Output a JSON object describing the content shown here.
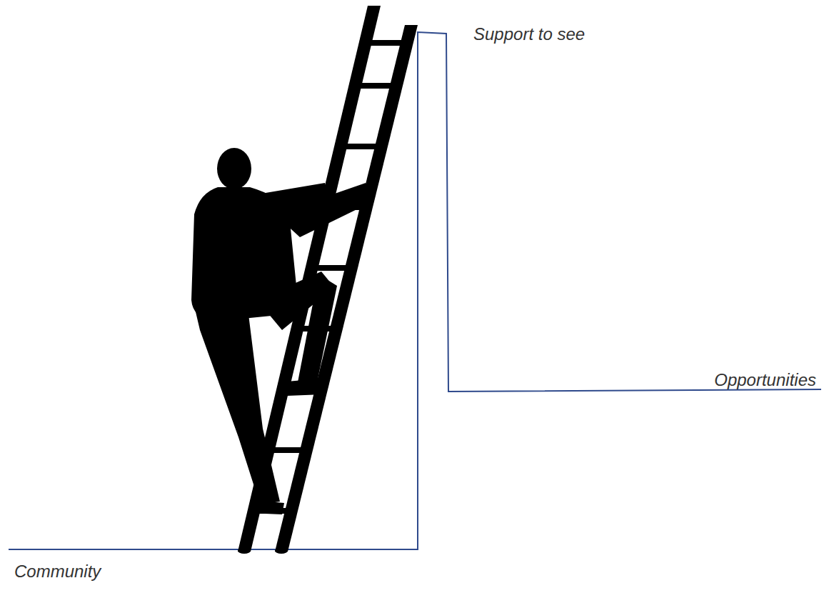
{
  "diagram": {
    "labels": [
      "Support to see",
      "Opportunities",
      "Community"
    ]
  }
}
